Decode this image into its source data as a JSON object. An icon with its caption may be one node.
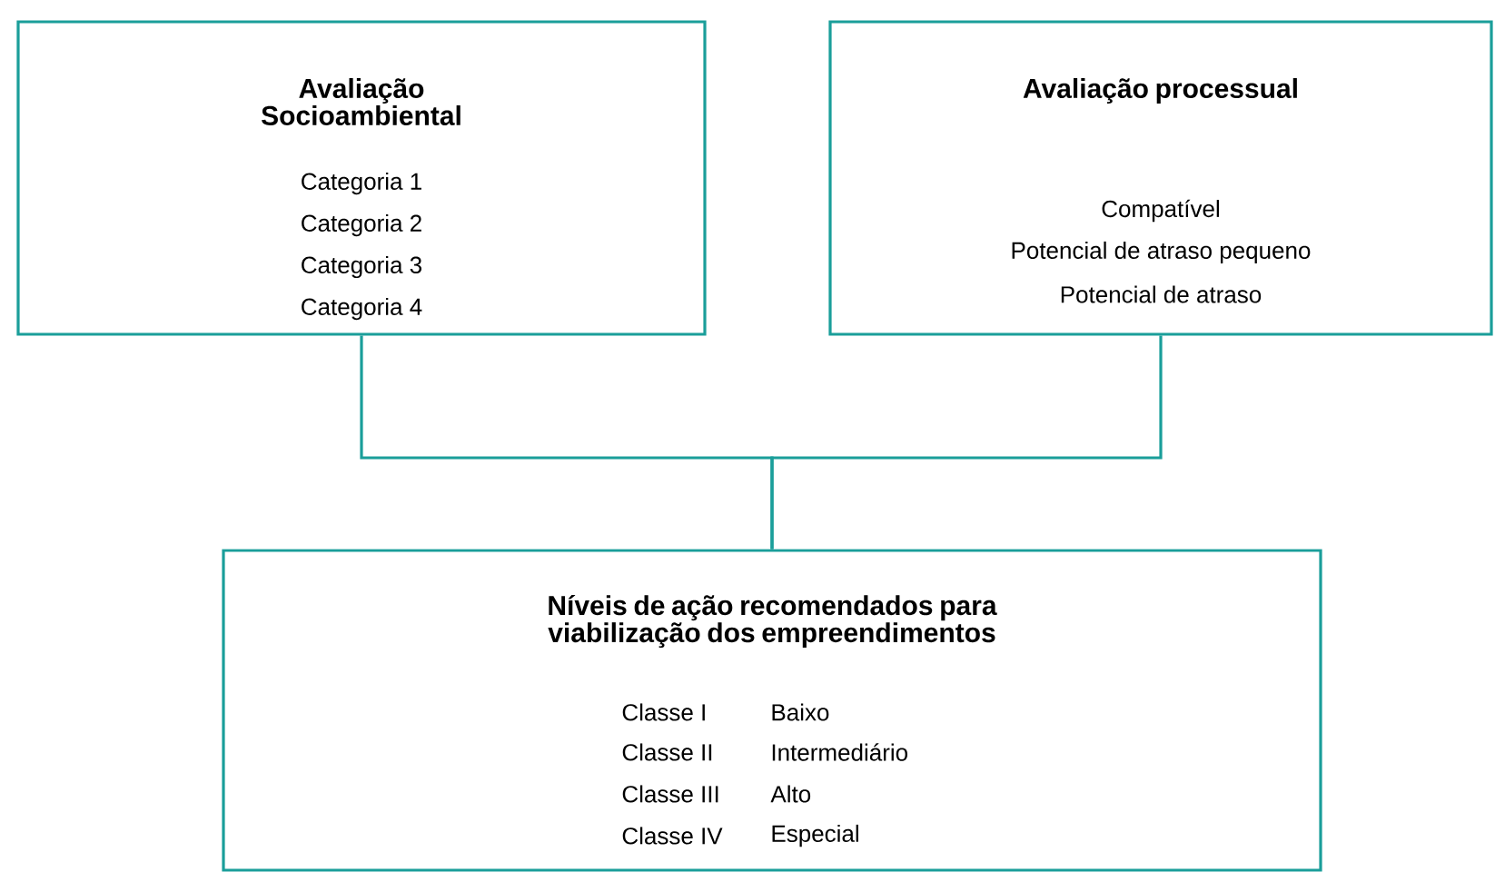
{
  "diagram": {
    "nodes": [
      {
        "text": [
          "Avaliação Socioambiental",
          "Categoria 1",
          "Categoria 2",
          "Categoria 3",
          "Categoria 4"
        ]
      },
      {
        "text": [
          "Avaliação processual",
          "Compatível",
          "Potencial de atraso pequeno",
          "Potencial de atraso"
        ]
      },
      {
        "text": [
          "Níveis de ação recomendados para viabilização dos empreendimentos",
          "Classe I",
          "Baixo",
          "Classe II",
          "Intermediário",
          "Classe III",
          "Alto",
          "Classe IV",
          "Especial"
        ]
      }
    ],
    "edges": [
      {
        "from": 0,
        "to": 2,
        "arrow": "none"
      },
      {
        "from": 1,
        "to": 2,
        "arrow": "none"
      }
    ]
  }
}
